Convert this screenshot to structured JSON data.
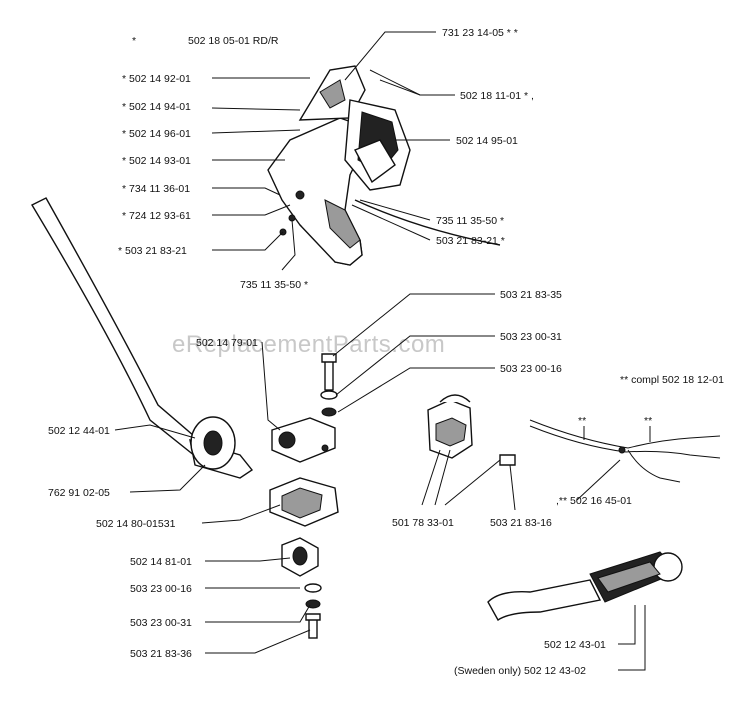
{
  "watermark": "eReplacementParts.com",
  "header_note": {
    "star": "*",
    "part": "502 18 05-01 RD/R"
  },
  "labels": {
    "l1": "731 23 14-05 * *",
    "l2": "* 502 14 92-01",
    "l3": "502 18 11-01 * ,",
    "l4": "* 502 14 94-01",
    "l5": "* 502 14 96-01",
    "l6": "502 14 95-01",
    "l7": "* 502 14 93-01",
    "l8": "* 734 11 36-01",
    "l9": "* 724 12 93-61",
    "l10": "735 11 35-50 *",
    "l11": "* 503 21 83-21",
    "l12": "503 21 83-21 *",
    "l13": "735 11 35-50 *",
    "l14": "503 21 83-35",
    "l15": "503 23 00-31",
    "l16": "502 14 79-01",
    "l17": "503 23 00-16",
    "l18": "** compl 502 18 12-01",
    "l19": "502 12 44-01",
    "l20": "762 91 02-05",
    "l21": ",** 502 16 45-01",
    "l22": "502 14 80-01531",
    "l23": "501 78 33-01",
    "l24": "503 21 83-16",
    "l25": "502 14 81-01",
    "l26": "503 23 00-16",
    "l27": "503 23 00-31",
    "l28": "503 21 83-36",
    "l29": "502 12 43-01",
    "l30": "(Sweden only) 502 12 43-02"
  },
  "wire_marks": {
    "m1": "**",
    "m2": "**"
  }
}
